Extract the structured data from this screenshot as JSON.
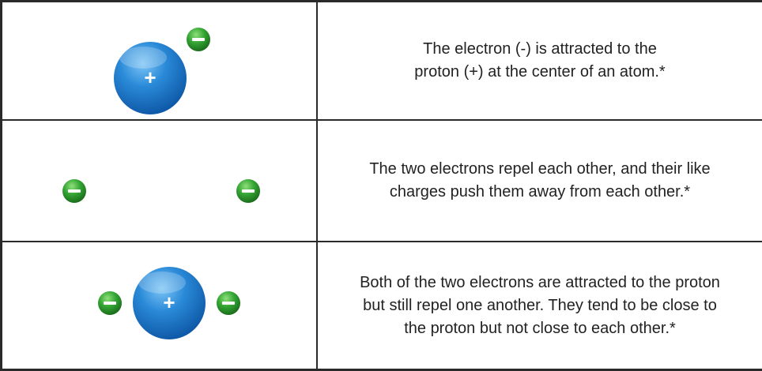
{
  "rows": [
    {
      "text_lines": [
        "The electron (-) is attracted to the",
        "proton (+) at the center of an atom.*"
      ]
    },
    {
      "text_lines": [
        "The two electrons repel each other, and their like",
        "charges push them away from each other.*"
      ]
    },
    {
      "text_lines": [
        "Both of the two electrons are attracted to the proton",
        "but still repel one another. They tend to be close to",
        "the proton but not close to each other.*"
      ]
    }
  ],
  "symbols": {
    "proton": "+",
    "electron": "−"
  },
  "colors": {
    "proton": "#1f7fd0",
    "electron": "#2e9a2e",
    "border": "#2a2a2a",
    "text": "#222222"
  }
}
